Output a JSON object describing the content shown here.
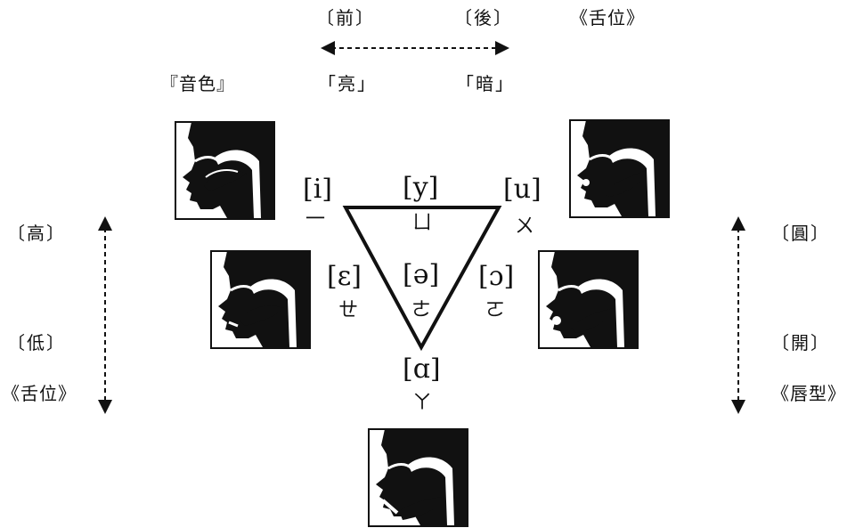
{
  "top": {
    "front": "〔前〕",
    "back": "〔後〕",
    "tongue_position": "《舌位》",
    "bright": "「亮」",
    "dark": "「暗」",
    "timbre": "『音色』"
  },
  "left": {
    "high": "〔高〕",
    "low": "〔低〕",
    "tongue_position": "《舌位》"
  },
  "right": {
    "round": "〔圓〕",
    "open": "〔開〕",
    "lip_shape": "《唇型》"
  },
  "vowels": {
    "i": {
      "ipa": "[i]",
      "bopomofo": "一"
    },
    "y": {
      "ipa": "[y]",
      "bopomofo": "ㄩ"
    },
    "u": {
      "ipa": "[u]",
      "bopomofo": "ㄨ"
    },
    "e": {
      "ipa": "[ɛ]",
      "bopomofo": "ㄝ"
    },
    "schwa": {
      "ipa": "[ə]",
      "bopomofo": "ㄜ"
    },
    "o": {
      "ipa": "[ɔ]",
      "bopomofo": "ㄛ"
    },
    "a": {
      "ipa": "[ɑ]",
      "bopomofo": "ㄚ"
    }
  },
  "colors": {
    "ink": "#111111",
    "background": "#ffffff"
  }
}
